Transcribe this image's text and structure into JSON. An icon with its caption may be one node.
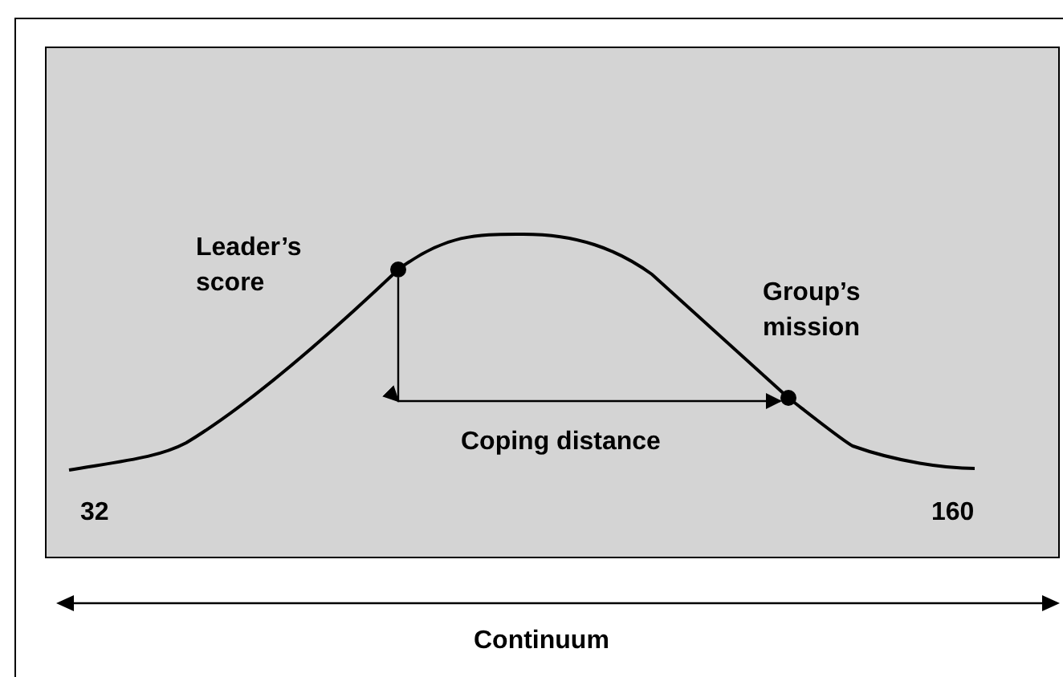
{
  "diagram": {
    "nodes": [
      {
        "text": [],
        "shape": "box"
      },
      {
        "text": [],
        "shape": "circle",
        "in": 0,
        "beside": [
          "Leader’s score"
        ]
      },
      {
        "text": [],
        "shape": "circle",
        "in": 0,
        "beside": [
          "Group’s mission"
        ]
      }
    ],
    "edges": [
      {
        "from": 1,
        "to": 2,
        "arrow": "to",
        "label": "Coping distance"
      }
    ],
    "labels": [
      "32",
      "160",
      "Continuum"
    ]
  }
}
